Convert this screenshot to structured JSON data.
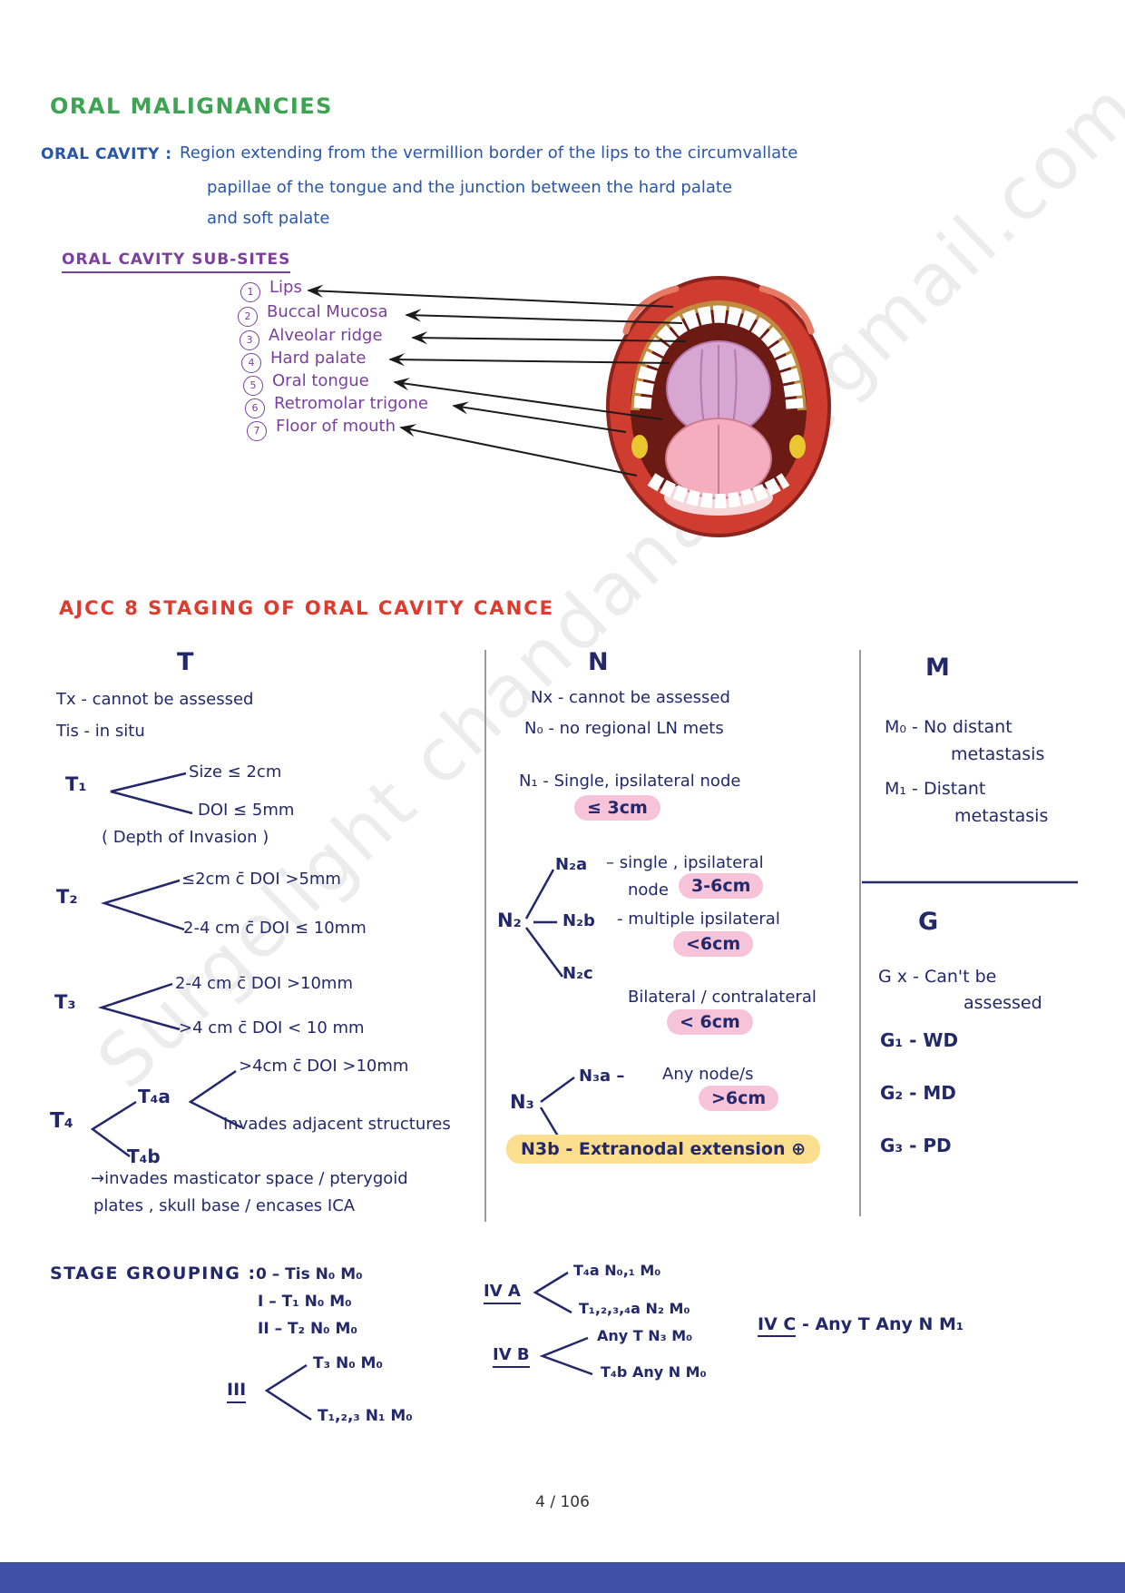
{
  "colors": {
    "ink_navy": "#23286b",
    "ink_blue": "#2a56a8",
    "ink_purple": "#7b3f9d",
    "ink_green": "#3ca452",
    "ink_red": "#e0392d",
    "highlight_pink": "#f7c3d9",
    "highlight_yellow": "#fbdf8e",
    "footer_bar_blue": "#3f4fa5"
  },
  "watermark": "Surgelight  chandanasri@gmail.com",
  "footer": {
    "page_indicator": "4 / 106"
  },
  "title": "ORAL MALIGNANCIES",
  "definition": {
    "label": "ORAL CAVITY :",
    "line1": "Region extending from the vermillion border of the lips to the circumvallate",
    "line2": "papillae of the tongue  and the junction between the hard palate",
    "line3": "and soft palate"
  },
  "subsites": {
    "heading": "ORAL CAVITY  SUB-SITES",
    "items": [
      {
        "num": "1",
        "label": "Lips"
      },
      {
        "num": "2",
        "label": "Buccal Mucosa"
      },
      {
        "num": "3",
        "label": "Alveolar ridge"
      },
      {
        "num": "4",
        "label": "Hard palate"
      },
      {
        "num": "5",
        "label": "Oral tongue"
      },
      {
        "num": "6",
        "label": "Retromolar trigone"
      },
      {
        "num": "7",
        "label": "Floor of mouth"
      }
    ]
  },
  "staging_heading": "AJCC 8  STAGING  OF  ORAL  CAVITY  CANCE",
  "t_column": {
    "header": "T",
    "tx": "Tx - cannot be assessed",
    "tis": "Tis -   in situ",
    "t1": {
      "label": "T₁",
      "upper": "Size  ≤ 2cm",
      "lower": "DOI ≤ 5mm",
      "note": "( Depth of Invasion )"
    },
    "t2": {
      "label": "T₂",
      "upper": "≤2cm  c̄  DOI  >5mm",
      "lower": "2-4 cm  c̄  DOI  ≤ 10mm"
    },
    "t3": {
      "label": "T₃",
      "upper": "2-4 cm  c̄  DOI  >10mm",
      "lower": ">4 cm   c̄ DOI  < 10 mm"
    },
    "t4": {
      "label": "T₄",
      "t4a": {
        "label": "T₄a",
        "upper": ">4cm  c̄  DOI >10mm",
        "lower": "Invades  adjacent  structures"
      },
      "t4b": {
        "label": "T₄b",
        "line1": "→invades  masticator space / pterygoid",
        "line2": "plates , skull base / encases  ICA"
      }
    }
  },
  "n_column": {
    "header": "N",
    "nx": "Nx -  cannot  be assessed",
    "n0": "N₀ -  no  regional  LN  mets",
    "n1": {
      "label": "N₁ -  Single,  ipsilateral  node",
      "pill": "≤ 3cm"
    },
    "n2": {
      "label": "N₂",
      "n2a": {
        "label": "N₂a",
        "text": "–  single , ipsilateral",
        "text2": "node",
        "pill": "3-6cm"
      },
      "n2b": {
        "label": "N₂b",
        "text": "- multiple  ipsilateral",
        "pill": "<6cm"
      },
      "n2c": {
        "label": "N₂c",
        "text": "Bilateral / contralateral",
        "pill": "< 6cm"
      }
    },
    "n3": {
      "label": "N₃",
      "n3a": {
        "label": "N₃a –",
        "text": "Any node/s",
        "pill": ">6cm"
      },
      "n3b": "N3b - Extranodal  extension  ⊕"
    }
  },
  "m_column": {
    "header": "M",
    "m0_line1": "M₀ -  No distant",
    "m0_line2": "metastasis",
    "m1_line1": "M₁ -  Distant",
    "m1_line2": "metastasis"
  },
  "g_section": {
    "header": "G",
    "gx_line1": "G x - Can't be",
    "gx_line2": "assessed",
    "g1": "G₁   - WD",
    "g2": "G₂ -  MD",
    "g3": "G₃  -  PD"
  },
  "stage_grouping": {
    "heading": "STAGE  GROUPING  :",
    "s0": "0   –   Tis    N₀    M₀",
    "s1": "I    –   T₁    N₀    M₀",
    "s2": "II   –   T₂   N₀  M₀",
    "s3": {
      "label": "III",
      "upper": "T₃  N₀  M₀",
      "lower": "T₁,₂,₃    N₁  M₀"
    },
    "s4a": {
      "label": "IV A",
      "upper": "T₄a   N₀,₁   M₀",
      "lower": "T₁,₂,₃,₄a   N₂  M₀"
    },
    "s4b": {
      "label": "IV B",
      "upper": "Any T   N₃  M₀",
      "lower": "T₄b   Any N   M₀"
    },
    "s4c_label": "IV C",
    "s4c_text": "-  Any T   Any N   M₁"
  }
}
